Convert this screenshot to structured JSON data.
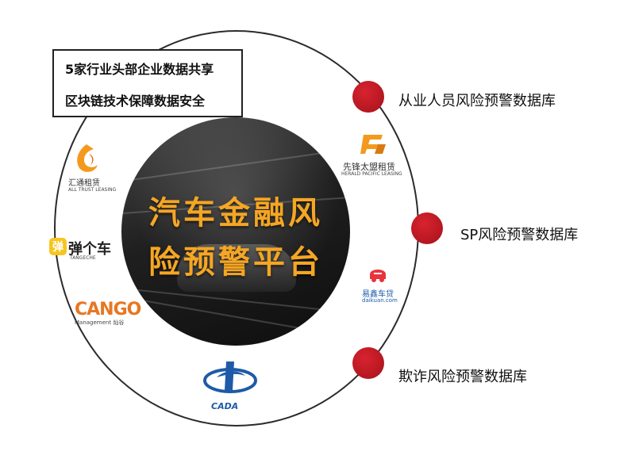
{
  "center": {
    "title_line1": "汽车金融风",
    "title_line2": "险预警平台"
  },
  "info_box": {
    "line1": "5家行业头部企业数据共享",
    "line2": "区块链技术保障数据安全"
  },
  "databases": [
    {
      "label": "从业人员风险预警数据库"
    },
    {
      "label": "SP风险预警数据库"
    },
    {
      "label": "欺诈风险预警数据库"
    }
  ],
  "logos": {
    "huitong": {
      "name": "汇通租赁",
      "sub": "ALL TRUST LEASING"
    },
    "tangeche": {
      "name": "弹个车",
      "sub": "TANGECHE"
    },
    "cango": {
      "name": "CANGO",
      "sub": "Management 灿谷"
    },
    "cada": {
      "name": "CADA"
    },
    "xianfeng": {
      "name": "先锋太盟租赁",
      "sub": "HERALD PACIFIC LEASING"
    },
    "yixin": {
      "name": "易鑫车贷",
      "sub": "daikuan.com"
    }
  },
  "colors": {
    "accent_red": "#c8161d",
    "title_gold": "#f5a623",
    "logo_orange": "#f39a1e"
  }
}
